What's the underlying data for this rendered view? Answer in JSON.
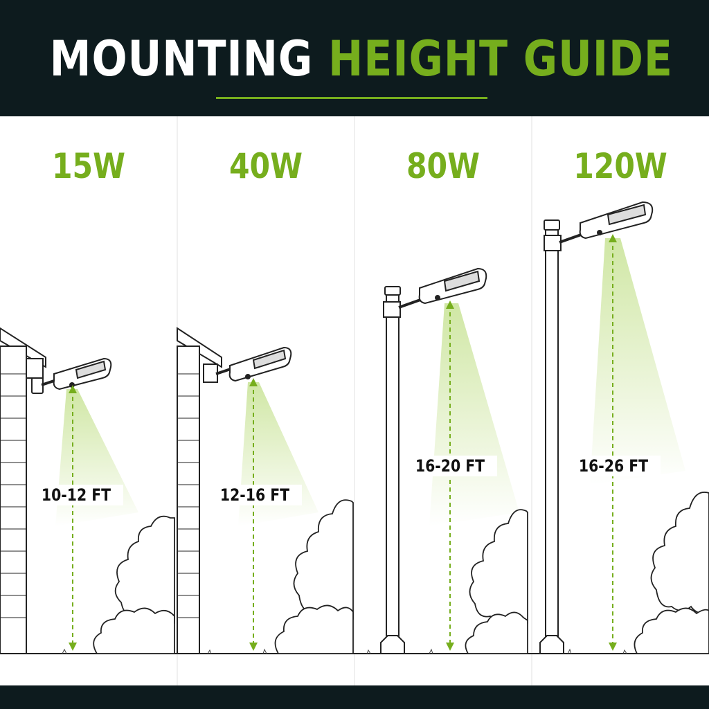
{
  "title": {
    "part1": "MOUNTING",
    "part2": "HEIGHT GUIDE"
  },
  "colors": {
    "accent": "#76ae1d",
    "dark": "#0d1b1e",
    "line": "#222222"
  },
  "panels": [
    {
      "wattage": "15W",
      "height": "10-12 FT"
    },
    {
      "wattage": "40W",
      "height": "12-16 FT"
    },
    {
      "wattage": "80W",
      "height": "16-20 FT"
    },
    {
      "wattage": "120W",
      "height": "16-26 FT"
    }
  ]
}
